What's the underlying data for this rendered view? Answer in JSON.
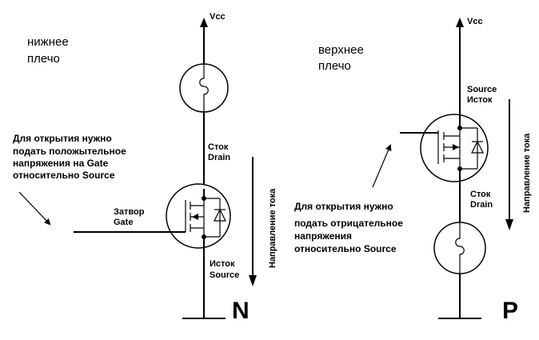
{
  "left": {
    "title_line1": "нижнее",
    "title_line2": "плечо",
    "vcc": "Vcc",
    "drain_ru": "Сток",
    "drain_en": "Drain",
    "gate_ru": "Затвор",
    "gate_en": "Gate",
    "source_ru": "Исток",
    "source_en": "Source",
    "note": [
      "Для открытия нужно",
      "подать положытельное",
      "напряжения на Gate",
      "относительно Source"
    ],
    "current_dir": "Направление тока",
    "type_letter": "N"
  },
  "right": {
    "title_line1": "верхнее",
    "title_line2": "плечо",
    "vcc": "Vcc",
    "source_en": "Source",
    "source_ru": "Исток",
    "drain_ru": "Сток",
    "drain_en": "Drain",
    "note": [
      "Для открытия нужно",
      "подать отрицательное",
      "напряжения",
      "относительно Source"
    ],
    "current_dir": "Направление тока",
    "type_letter": "P"
  }
}
